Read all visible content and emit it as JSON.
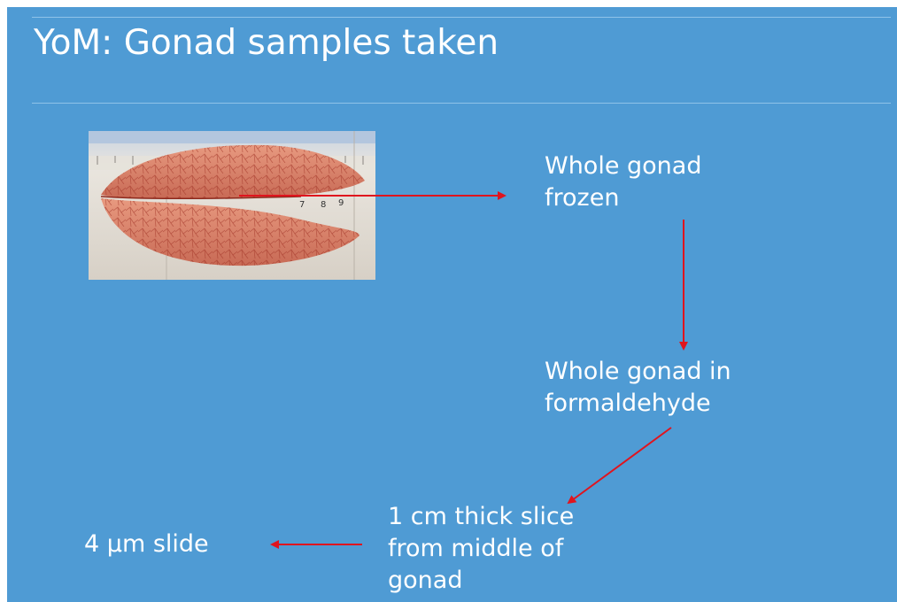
{
  "slide": {
    "title": "YoM: Gonad samples taken",
    "steps": [
      {
        "line1": "Whole gonad",
        "line2": "frozen"
      },
      {
        "line1": "Whole gonad in",
        "line2": "formaldehyde"
      },
      {
        "line1": "1 cm thick slice",
        "line2": "from middle of",
        "line3": "gonad"
      },
      {
        "line1": "4 µm slide"
      }
    ],
    "photo_ruler_numbers": [
      "7",
      "8",
      "9"
    ]
  },
  "colors": {
    "background": "#4f9bd4",
    "text": "#ffffff",
    "arrow": "#e0141e",
    "tissue": "#d9836c"
  }
}
